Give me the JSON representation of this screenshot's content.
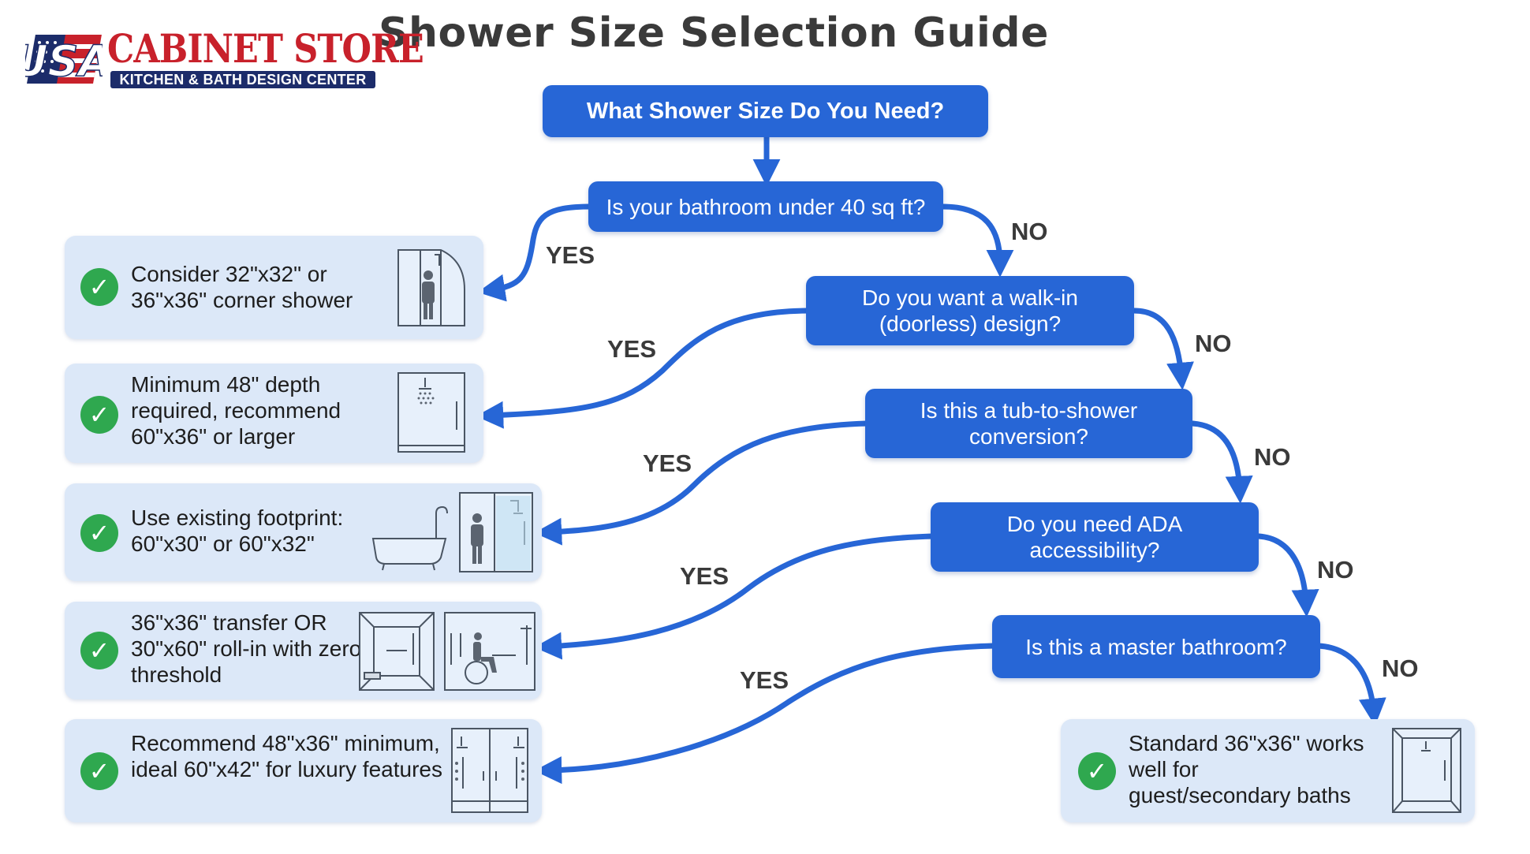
{
  "title": "Shower Size Selection Guide",
  "logo": {
    "mark": "USA",
    "name": "CABINET STORE",
    "tagline": "KITCHEN & BATH DESIGN CENTER"
  },
  "colors": {
    "node_fill": "#2766d6",
    "card_fill": "#dce8f8",
    "check_fill": "#2fa84f",
    "arrow": "#2766d6",
    "brand_red": "#c8212b",
    "brand_navy": "#1c2c6a"
  },
  "start": {
    "label": "What Shower Size Do You Need?"
  },
  "questions": [
    {
      "text": "Is your bathroom under 40 sq ft?",
      "yes": "YES",
      "no": "NO"
    },
    {
      "text": "Do you want a walk-in (doorless) design?",
      "yes": "YES",
      "no": "NO"
    },
    {
      "text": "Is this a tub-to-shower conversion?",
      "yes": "YES",
      "no": "NO"
    },
    {
      "text": "Do you need ADA accessibility?",
      "yes": "YES",
      "no": "NO"
    },
    {
      "text": "Is this a master bathroom?",
      "yes": "YES",
      "no": "NO"
    }
  ],
  "results": [
    {
      "text": "Consider 32\"x32\" or 36\"x36\" corner shower",
      "icon": "corner-shower-icon"
    },
    {
      "text": "Minimum 48\" depth required, recommend 60\"x36\" or larger",
      "icon": "walk-in-shower-icon"
    },
    {
      "text": "Use existing footprint: 60\"x30\" or 60\"x32\"",
      "icon": "tub-to-shower-icon"
    },
    {
      "text": "36\"x36\" transfer OR 30\"x60\" roll-in with zero threshold",
      "icon": "ada-shower-icon"
    },
    {
      "text": "Recommend 48\"x36\" minimum, ideal 60\"x42\" for luxury features",
      "icon": "luxury-double-shower-icon"
    }
  ],
  "final": {
    "text": "Standard 36\"x36\" works well for guest/secondary baths",
    "icon": "standard-shower-icon"
  }
}
